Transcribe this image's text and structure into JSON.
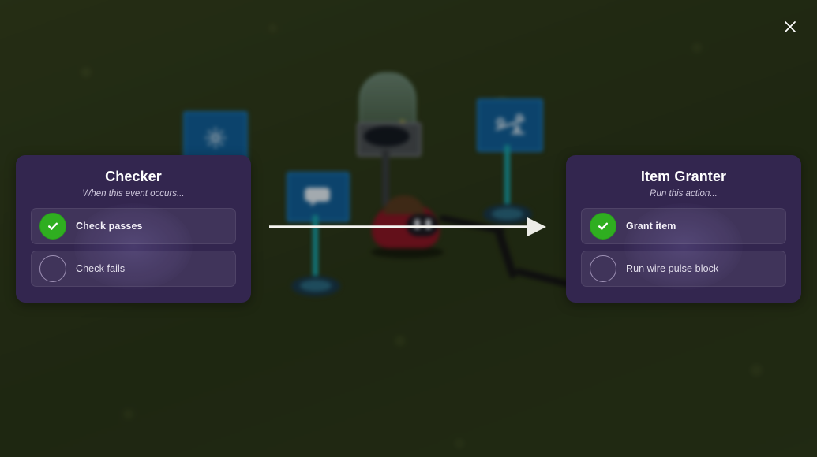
{
  "window": {
    "background_color": "#313e1e",
    "close_label": "✕"
  },
  "close_button": {
    "icon": "close-icon",
    "tooltip": "Close"
  },
  "connector": {
    "icon": "arrow-right-icon",
    "color": "#f2f2ee",
    "direction": "left-to-right"
  },
  "panels": {
    "source": {
      "title": "Checker",
      "subtitle": "When this event occurs...",
      "accent_color": "#2fae20",
      "background_color": "#33264f",
      "options": [
        {
          "label": "Check passes",
          "selected": true,
          "icon": "check-icon"
        },
        {
          "label": "Check fails",
          "selected": false,
          "icon": "empty-circle-icon"
        }
      ]
    },
    "target": {
      "title": "Item Granter",
      "subtitle": "Run this action...",
      "accent_color": "#2fae20",
      "background_color": "#33264f",
      "options": [
        {
          "label": "Grant item",
          "selected": true,
          "icon": "check-icon"
        },
        {
          "label": "Run wire pulse block",
          "selected": false,
          "icon": "empty-circle-icon"
        }
      ]
    }
  },
  "scene": {
    "signs": [
      {
        "name": "speech-bubble-sign",
        "glyph": "speech-bubble-icon"
      },
      {
        "name": "seesaw-sign",
        "glyph": "seesaw-icon"
      },
      {
        "name": "gear-sign",
        "glyph": "gear-icon"
      }
    ],
    "props": [
      {
        "name": "pedestal-dome",
        "contains": "banana"
      },
      {
        "name": "bomb-character"
      },
      {
        "name": "lamp-stand-left"
      },
      {
        "name": "lamp-stand-right"
      }
    ]
  }
}
